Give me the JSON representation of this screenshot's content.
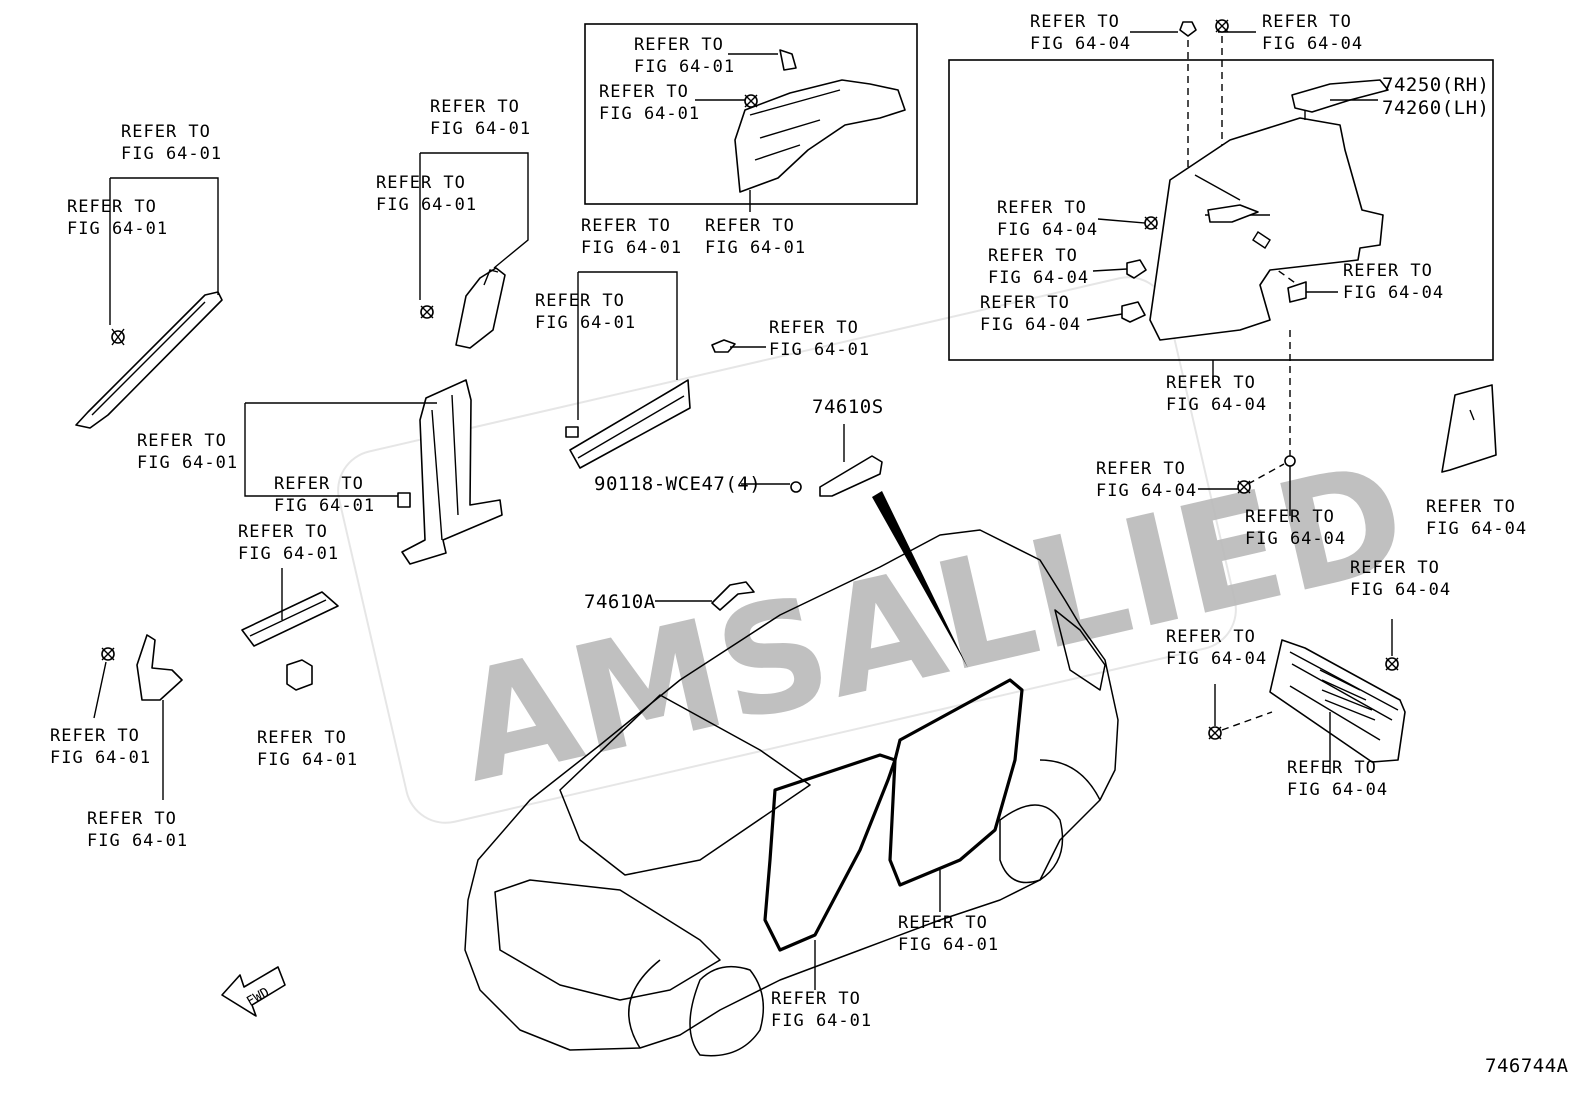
{
  "diagram": {
    "watermark": "AMSALLIED",
    "figure_code": "746744A",
    "direction_marker": "FWD",
    "reference_text_line1": "REFER TO",
    "fig_64_01": "FIG 64-01",
    "fig_64_04": "FIG 64-04",
    "part_numbers": {
      "rear_quarter_rh": "74250(RH)",
      "rear_quarter_lh": "74260(LH)",
      "assist_grip_s": "74610S",
      "assist_grip_a": "74610A",
      "screw": "90118-WCE47(4)"
    }
  }
}
